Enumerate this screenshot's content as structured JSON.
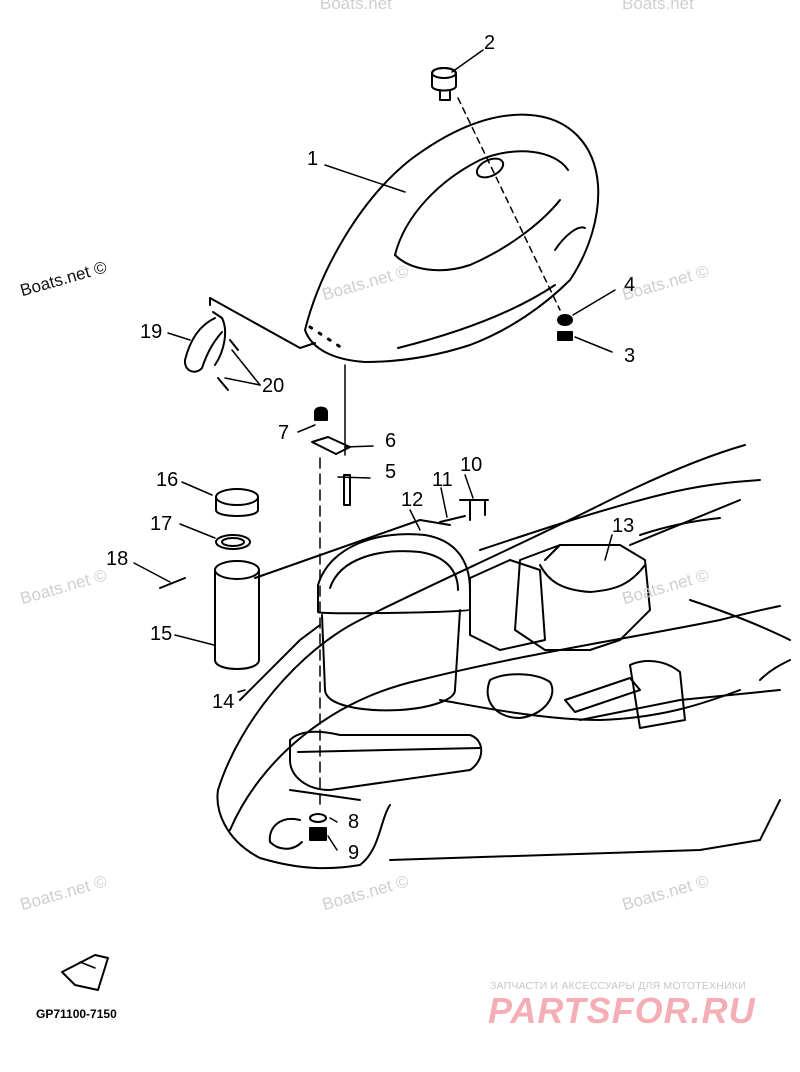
{
  "watermarks": [
    "Boats.net",
    "Boats.net",
    "Boats.net ©",
    "Boats.net ©",
    "Boats.net ©",
    "Boats.net ©",
    "Boats.net ©",
    "Boats.net ©",
    "Boats.net ©",
    "Boats.net ©"
  ],
  "callouts": [
    "1",
    "2",
    "3",
    "4",
    "5",
    "6",
    "7",
    "8",
    "9",
    "10",
    "11",
    "12",
    "13",
    "14",
    "15",
    "16",
    "17",
    "18",
    "19",
    "20"
  ],
  "part_code": "GP71100-7150",
  "brand": {
    "tagline": "ЗАПЧАСТИ И АКСЕССУАРЫ ДЛЯ МОТОТЕХНИКИ",
    "logo": "PARTSFOR.RU"
  },
  "colors": {
    "line": "#000000",
    "watermark": "#cfcfcf",
    "brand_logo": "#f4aeb5",
    "brand_tagline": "#c7c7c7"
  }
}
